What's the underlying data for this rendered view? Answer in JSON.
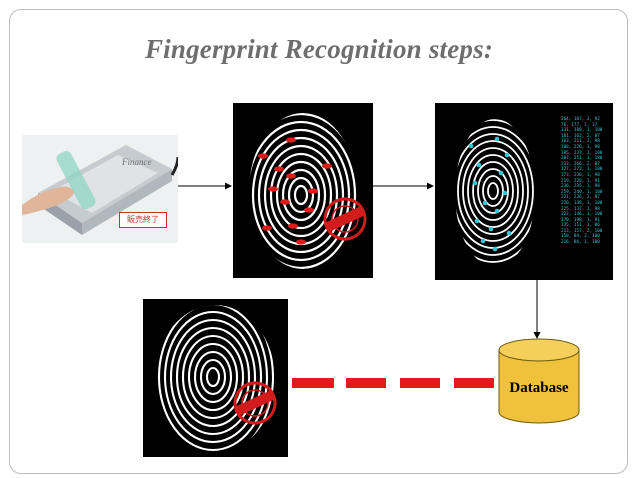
{
  "title": "Fingerprint Recognition steps:",
  "scanner": {
    "badge": "販売終了"
  },
  "minutiae_rows": [
    "264, 107, 2, 92",
    "76, 177, 1, 37",
    "131, 188, 1, 180",
    "181, 162, 2, 87",
    "163, 211, 2, 98",
    "188, 226, 1, 98",
    "185, 233, 1, 100",
    "207, 251, 1, 180",
    "233, 266, 2, 87",
    "127, 273, 1, 100",
    "173, 230, 1, 98",
    "219, 228, 1, 91",
    "236, 235, 1, 98",
    "259, 240, 1, 100",
    "221, 236, 2, 87",
    "220, 148, 1, 100",
    "225, 137, 1, 98",
    "222, 146, 1, 100",
    "170, 198, 1, 91",
    "135, 111, 1, 86",
    "213, 157, 2, 100",
    "158, 84, 2, 100",
    "216, 86, 1, 100"
  ],
  "database": {
    "label": "Database"
  },
  "colors": {
    "title": "#6e6e6e",
    "dashes": "#e01b1b",
    "minutiae": "#e01b1b",
    "minutiae_alt": "#35c7d6",
    "database_fill": "#f0c23b",
    "database_stroke": "#6b5a10"
  }
}
